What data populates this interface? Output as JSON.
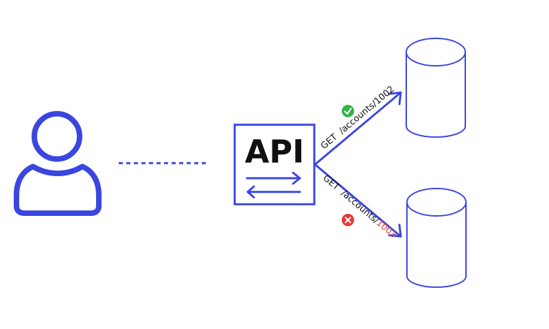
{
  "api_box": {
    "label": "API"
  },
  "requests": [
    {
      "method": "GET",
      "path_prefix": "/accounts/",
      "id": "1002",
      "status": "success",
      "status_color": "#2fb446",
      "id_color": "#111111"
    },
    {
      "method": "GET",
      "path_prefix": "/accounts/",
      "id": "1003",
      "status": "error",
      "status_color": "#e53935",
      "id_color": "#e53935"
    }
  ],
  "colors": {
    "accent": "#3b46e0",
    "text": "#111111",
    "success": "#2fb446",
    "error": "#e53935"
  },
  "icons": {
    "user": "user-icon",
    "database": "database-icon",
    "success": "check-circle-icon",
    "error": "x-circle-icon",
    "exchange": "exchange-arrows-icon"
  }
}
